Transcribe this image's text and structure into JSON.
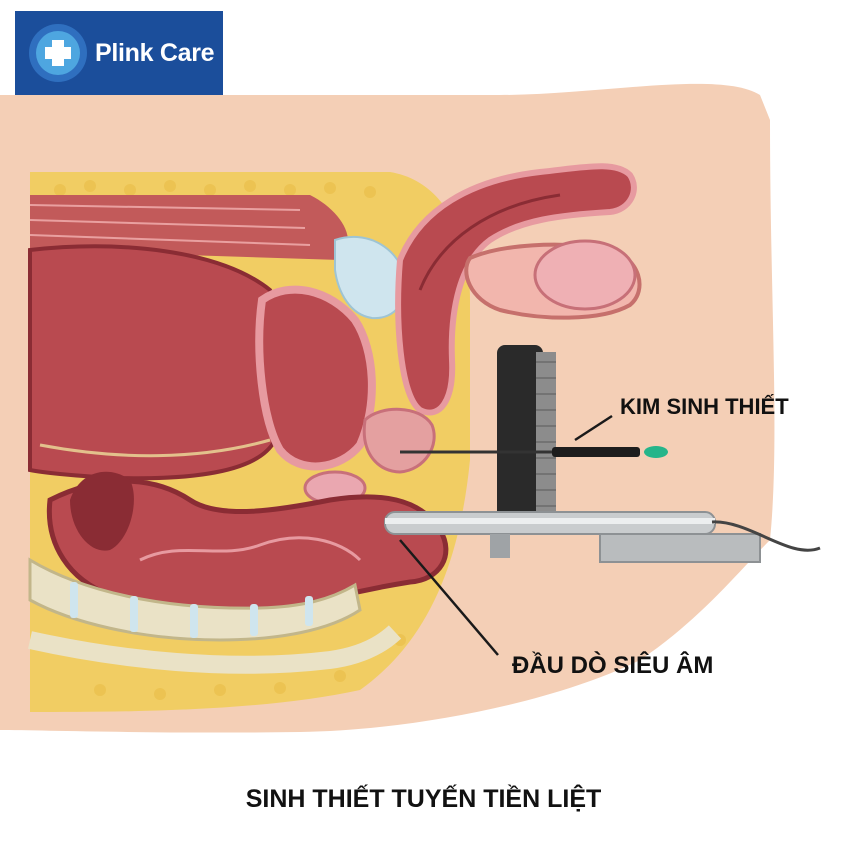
{
  "brand": {
    "name": "Plink Care",
    "logo_bg": "#1b4e9b",
    "logo_icon": "medical-cross-icon"
  },
  "labels": {
    "biopsy_needle": "KIM SINH THIẾT",
    "ultrasound_probe": "ĐẦU DÒ SIÊU ÂM"
  },
  "caption": "SINH THIẾT TUYẾN TIỀN LIỆT",
  "colors": {
    "skin": "#f4cfb6",
    "fat": "#f1cd63",
    "organ": "#b94a50",
    "organ_dark": "#8a2c34",
    "mucosa": "#e79aa0",
    "bone": "#eae2c6",
    "disc": "#cfe5ee",
    "probe": "#c9ccce",
    "guide": "#2a2a2a",
    "needle_tip": "#25b58a"
  }
}
